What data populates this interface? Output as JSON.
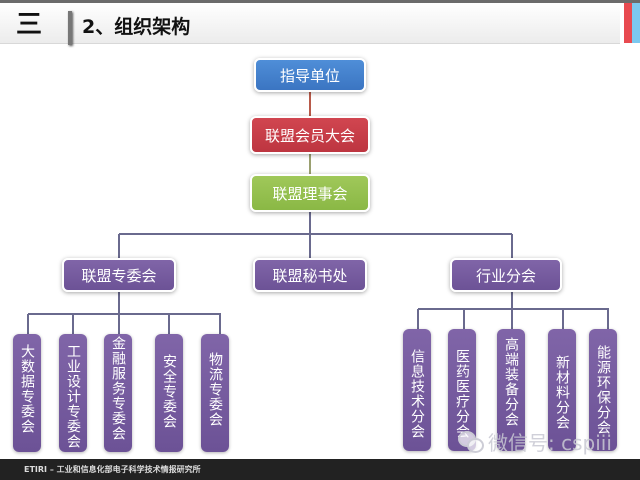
{
  "header": {
    "menu_glyph": "三",
    "title": "2、组织架构"
  },
  "colors": {
    "blue": "#3b75c2",
    "red": "#bd3540",
    "green": "#8ab845",
    "purple": "#6c5296",
    "line": "#6a6a8e"
  },
  "org": {
    "top": "指导单位",
    "assembly": "联盟会员大会",
    "council": "联盟理事会",
    "branches": [
      {
        "label": "联盟专委会",
        "children": [
          "大数据专委会",
          "工业设计专委会",
          "金融服务专委会",
          "安全专委会",
          "物流专委会"
        ]
      },
      {
        "label": "联盟秘书处",
        "children": []
      },
      {
        "label": "行业分会",
        "children": [
          "信息技术分会",
          "医药医疗分会",
          "高端装备分会",
          "新材料分会",
          "能源环保分会"
        ]
      }
    ]
  },
  "watermark": {
    "icon": "wechat-icon",
    "text": "微信号: cspiii"
  },
  "footer": {
    "text": "ETIRI – 工业和信息化部电子科学技术情报研究所"
  }
}
